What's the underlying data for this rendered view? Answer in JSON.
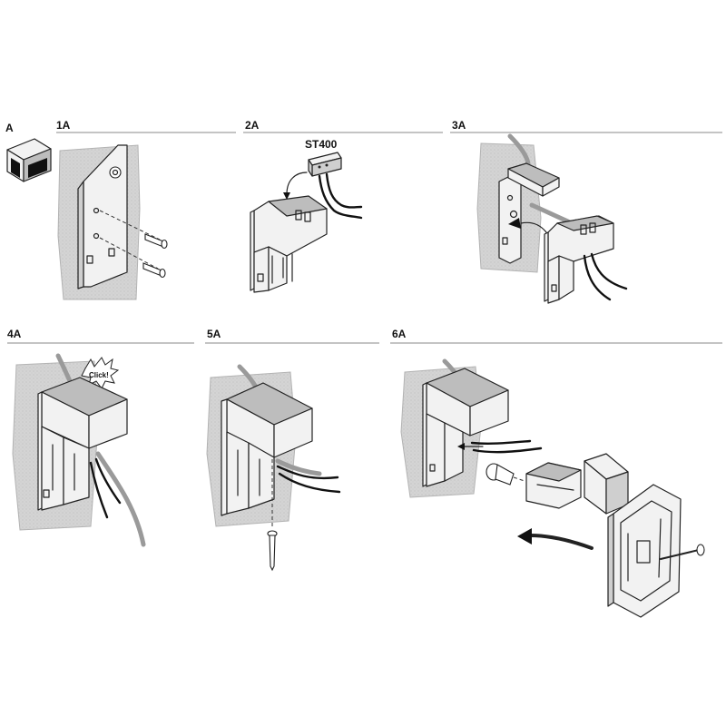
{
  "steps": {
    "a": "A",
    "s1": "1A",
    "s2": "2A",
    "s3": "3A",
    "s4": "4A",
    "s5": "5A",
    "s6": "6A"
  },
  "labels": {
    "part": "ST400",
    "click": "Click!"
  }
}
